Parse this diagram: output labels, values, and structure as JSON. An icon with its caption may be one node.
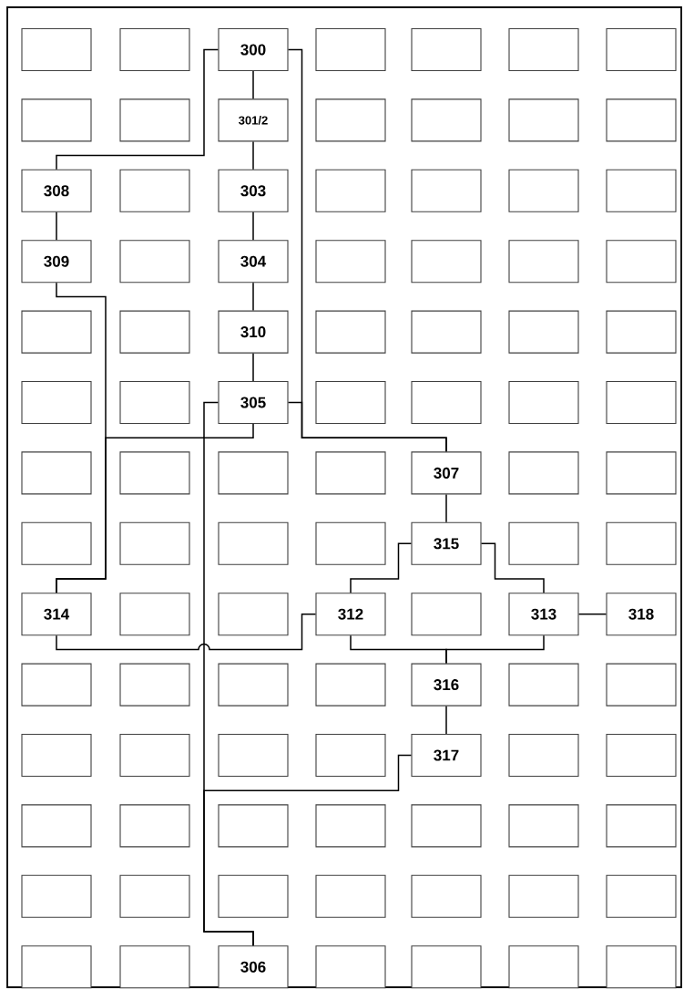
{
  "diagram": {
    "nodes": [
      {
        "text": [],
        "shape": "box"
      },
      {
        "text": [],
        "shape": "box"
      },
      {
        "text": [
          "300"
        ]
      },
      {
        "text": [],
        "shape": "box"
      },
      {
        "text": [],
        "shape": "box"
      },
      {
        "text": [],
        "shape": "box"
      },
      {
        "text": [],
        "shape": "box"
      },
      {
        "text": [],
        "shape": "box"
      },
      {
        "text": [],
        "shape": "box"
      },
      {
        "text": [
          "301/2"
        ]
      },
      {
        "text": [],
        "shape": "box"
      },
      {
        "text": [],
        "shape": "box"
      },
      {
        "text": [],
        "shape": "box"
      },
      {
        "text": [],
        "shape": "box"
      },
      {
        "text": [
          "308"
        ]
      },
      {
        "text": [],
        "shape": "box"
      },
      {
        "text": [
          "303"
        ]
      },
      {
        "text": [],
        "shape": "box"
      },
      {
        "text": [],
        "shape": "box"
      },
      {
        "text": [],
        "shape": "box"
      },
      {
        "text": [],
        "shape": "box"
      },
      {
        "text": [
          "309"
        ]
      },
      {
        "text": [],
        "shape": "box"
      },
      {
        "text": [
          "304"
        ]
      },
      {
        "text": [],
        "shape": "box"
      },
      {
        "text": [],
        "shape": "box"
      },
      {
        "text": [],
        "shape": "box"
      },
      {
        "text": [],
        "shape": "box"
      },
      {
        "text": [],
        "shape": "box"
      },
      {
        "text": [],
        "shape": "box"
      },
      {
        "text": [
          "310"
        ]
      },
      {
        "text": [],
        "shape": "box"
      },
      {
        "text": [],
        "shape": "box"
      },
      {
        "text": [],
        "shape": "box"
      },
      {
        "text": [],
        "shape": "box"
      },
      {
        "text": [],
        "shape": "box"
      },
      {
        "text": [],
        "shape": "box"
      },
      {
        "text": [
          "305"
        ]
      },
      {
        "text": [],
        "shape": "box"
      },
      {
        "text": [],
        "shape": "box"
      },
      {
        "text": [],
        "shape": "box"
      },
      {
        "text": [],
        "shape": "box"
      },
      {
        "text": [],
        "shape": "box"
      },
      {
        "text": [],
        "shape": "box"
      },
      {
        "text": [],
        "shape": "box"
      },
      {
        "text": [],
        "shape": "box"
      },
      {
        "text": [
          "307"
        ]
      },
      {
        "text": [],
        "shape": "box"
      },
      {
        "text": [],
        "shape": "box"
      },
      {
        "text": [],
        "shape": "box"
      },
      {
        "text": [],
        "shape": "box"
      },
      {
        "text": [],
        "shape": "box"
      },
      {
        "text": [],
        "shape": "box"
      },
      {
        "text": [
          "315"
        ]
      },
      {
        "text": [],
        "shape": "box"
      },
      {
        "text": [],
        "shape": "box"
      },
      {
        "text": [
          "314"
        ]
      },
      {
        "text": [],
        "shape": "box"
      },
      {
        "text": [],
        "shape": "box"
      },
      {
        "text": [
          "312"
        ]
      },
      {
        "text": [],
        "shape": "box"
      },
      {
        "text": [
          "313"
        ]
      },
      {
        "text": [
          "318"
        ]
      },
      {
        "text": [],
        "shape": "box"
      },
      {
        "text": [],
        "shape": "box"
      },
      {
        "text": [],
        "shape": "box"
      },
      {
        "text": [],
        "shape": "box"
      },
      {
        "text": [
          "316"
        ]
      },
      {
        "text": [],
        "shape": "box"
      },
      {
        "text": [],
        "shape": "box"
      },
      {
        "text": [],
        "shape": "box"
      },
      {
        "text": [],
        "shape": "box"
      },
      {
        "text": [],
        "shape": "box"
      },
      {
        "text": [],
        "shape": "box"
      },
      {
        "text": [
          "317"
        ]
      },
      {
        "text": [],
        "shape": "box"
      },
      {
        "text": [],
        "shape": "box"
      },
      {
        "text": [],
        "shape": "box"
      },
      {
        "text": [],
        "shape": "box"
      },
      {
        "text": [],
        "shape": "box"
      },
      {
        "text": [],
        "shape": "box"
      },
      {
        "text": [],
        "shape": "box"
      },
      {
        "text": [],
        "shape": "box"
      },
      {
        "text": [],
        "shape": "box"
      },
      {
        "text": [],
        "shape": "box"
      },
      {
        "text": [],
        "shape": "box"
      },
      {
        "text": [],
        "shape": "box"
      },
      {
        "text": [],
        "shape": "box"
      },
      {
        "text": [],
        "shape": "box"
      },
      {
        "text": [],
        "shape": "box"
      },
      {
        "text": [],
        "shape": "box"
      },
      {
        "text": [],
        "shape": "box"
      },
      {
        "text": [],
        "shape": "box"
      },
      {
        "text": [
          "306"
        ]
      },
      {
        "text": [],
        "shape": "box"
      },
      {
        "text": [],
        "shape": "box"
      },
      {
        "text": [],
        "shape": "box"
      },
      {
        "text": [],
        "shape": "box"
      }
    ],
    "edges": [
      {
        "from": 2,
        "to": 9,
        "arrow": "none"
      },
      {
        "from": 9,
        "to": 16,
        "arrow": "none"
      },
      {
        "from": 16,
        "to": 23,
        "arrow": "none"
      },
      {
        "from": 23,
        "to": 30,
        "arrow": "none"
      },
      {
        "from": 30,
        "to": 37,
        "arrow": "none"
      },
      {
        "from": 37,
        "to": 93,
        "arrow": "none"
      },
      {
        "from": 2,
        "to": 14,
        "arrow": "none"
      },
      {
        "from": 2,
        "to": 46,
        "arrow": "none"
      },
      {
        "from": 14,
        "to": 21,
        "arrow": "none"
      },
      {
        "from": 21,
        "to": 56,
        "arrow": "none"
      },
      {
        "from": 37,
        "to": 56,
        "arrow": "none"
      },
      {
        "from": 37,
        "to": 46,
        "arrow": "none"
      },
      {
        "from": 46,
        "to": 53,
        "arrow": "none"
      },
      {
        "from": 53,
        "to": 59,
        "arrow": "none"
      },
      {
        "from": 53,
        "to": 61,
        "arrow": "none"
      },
      {
        "from": 56,
        "to": 59,
        "arrow": "none"
      },
      {
        "from": 61,
        "to": 62,
        "arrow": "none"
      },
      {
        "from": 59,
        "to": 67,
        "arrow": "none"
      },
      {
        "from": 61,
        "to": 67,
        "arrow": "none"
      },
      {
        "from": 67,
        "to": 74,
        "arrow": "none"
      },
      {
        "from": 74,
        "to": 93,
        "arrow": "none"
      }
    ]
  }
}
